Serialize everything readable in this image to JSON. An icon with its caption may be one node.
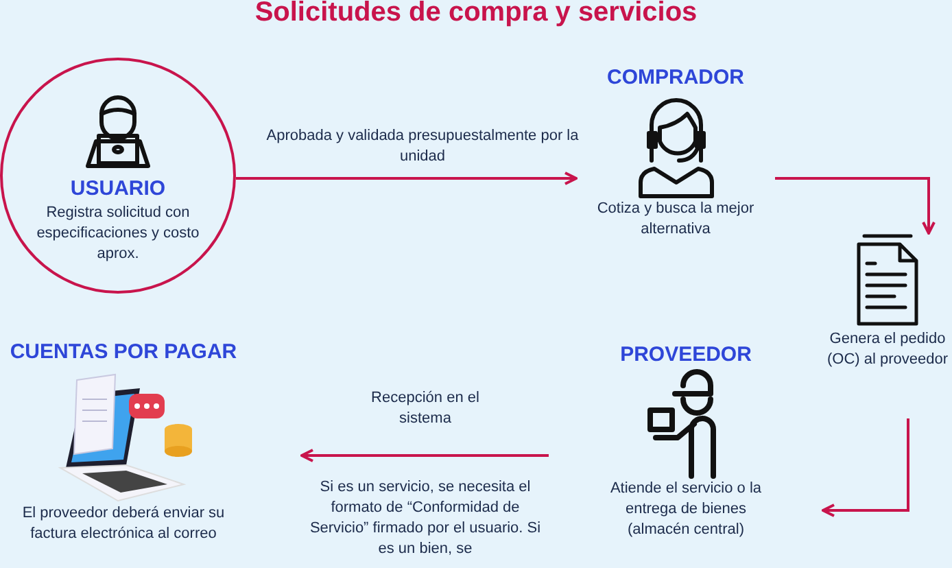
{
  "diagram": {
    "title": "Solicitudes de compra y servicios",
    "nodes": [
      {
        "text": [
          "USUARIO",
          "Registra solicitud con especificaciones y costo aprox."
        ]
      },
      {
        "text": [
          "COMPRADOR",
          "Cotiza y busca la mejor alternativa"
        ]
      },
      {
        "text": [
          "Genera el pedido (OC) al proveedor"
        ]
      },
      {
        "text": [
          "PROVEEDOR",
          "Atiende el servicio o la entrega de bienes (almacén central)"
        ]
      },
      {
        "text": [
          "CUENTAS POR PAGAR",
          "El proveedor deberá enviar su factura electrónica al correo"
        ]
      }
    ],
    "edges": [
      {
        "from": 0,
        "to": 1,
        "arrow": "to",
        "label": "Aprobada y validada presupuestalmente por la unidad"
      },
      {
        "from": 1,
        "to": 2,
        "arrow": "to"
      },
      {
        "from": 2,
        "to": 3,
        "arrow": "to"
      },
      {
        "from": 3,
        "to": 4,
        "arrow": "to",
        "label": "Recepción en el sistema"
      }
    ],
    "labels": [
      "Si es un servicio, se necesita el formato de “Conformidad de Servicio” firmado por el usuario. Si es un bien, se"
    ]
  }
}
